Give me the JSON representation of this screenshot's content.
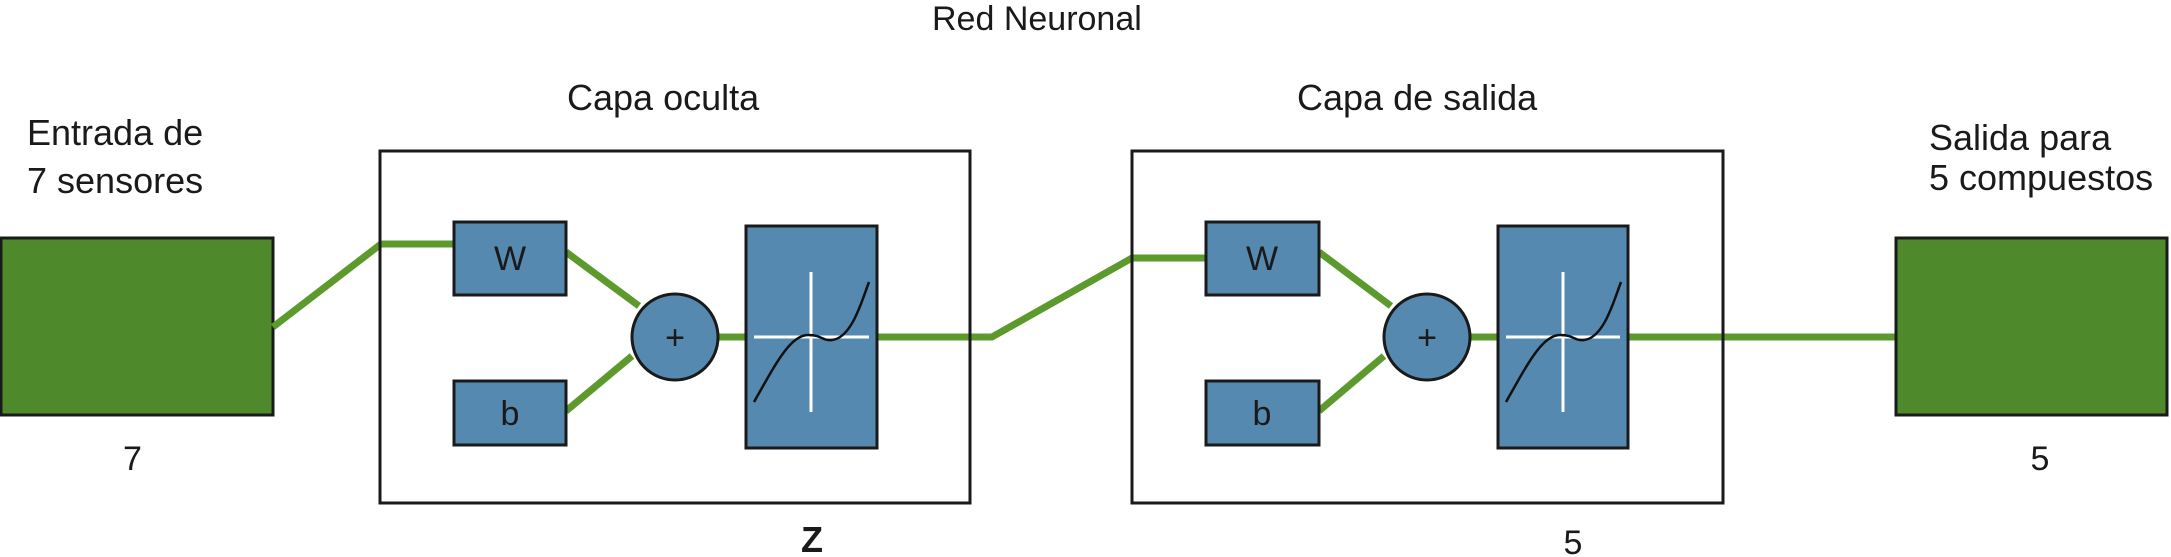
{
  "title": "Red Neuronal",
  "colors": {
    "io_box": "#4e8a2c",
    "connector": "#5c9a2e",
    "block": "#5589b0",
    "border": "#1a1a1a",
    "axis": "#ffffff"
  },
  "input": {
    "label_line1": "Entrada de",
    "label_line2": "7 sensores",
    "size": "7"
  },
  "hidden_layer": {
    "title": "Capa oculta",
    "weight_label": "W",
    "bias_label": "b",
    "sum_symbol": "+",
    "activation_icon": "cubic-transfer-function-icon",
    "size": "Z"
  },
  "output_layer": {
    "title": "Capa de salida",
    "weight_label": "W",
    "bias_label": "b",
    "sum_symbol": "+",
    "activation_icon": "cubic-transfer-function-icon",
    "size": "5"
  },
  "output": {
    "label_line1": "Salida para",
    "label_line2": "5 compuestos",
    "size": "5"
  }
}
